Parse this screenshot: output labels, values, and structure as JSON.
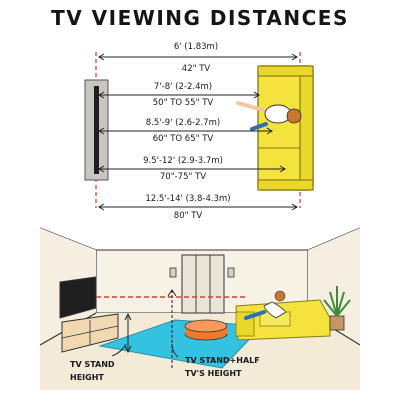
{
  "title": "TV VIEWING DISTANCES",
  "distances": [
    {
      "distance": "6' (1.83m)",
      "tv_size": "42\" TV"
    },
    {
      "distance": "7'-8' (2-2.4m)",
      "tv_size": "50\" TO 55\" TV"
    },
    {
      "distance": "8.5'-9' (2.6-2.7m)",
      "tv_size": "60\" TO 65\" TV"
    },
    {
      "distance": "9.5'-12' (2.9-3.7m)",
      "tv_size": "70\"-75\" TV"
    },
    {
      "distance": "12.5'-14' (3.8-4.3m)",
      "tv_size": "80\" TV"
    }
  ],
  "room_labels": {
    "stand_line1": "TV STAND",
    "stand_line2": "HEIGHT",
    "half_line1": "TV STAND+HALF",
    "half_line2": "TV'S HEIGHT"
  },
  "colors": {
    "wall": "#f6f2e6",
    "sofa": "#f3e33c",
    "sofa_outline": "#8a7d10",
    "tv_frame": "#c9c6c2",
    "tv_screen": "#1f1f1f",
    "guide_line": "#d2413a",
    "rug": "#33c3e0",
    "pouf": "#f07a2a",
    "tv_stand": "#f0d9b0",
    "floor": "#f3ead8",
    "person_shirt": "#ffffff",
    "person_hair": "#c9762e",
    "skin": "#f1c7a0"
  },
  "icons": {
    "tv_top": "tv-plan-icon",
    "sofa_top": "sofa-plan-icon",
    "person_top": "person-plan-icon",
    "room": "living-room-illustration"
  }
}
